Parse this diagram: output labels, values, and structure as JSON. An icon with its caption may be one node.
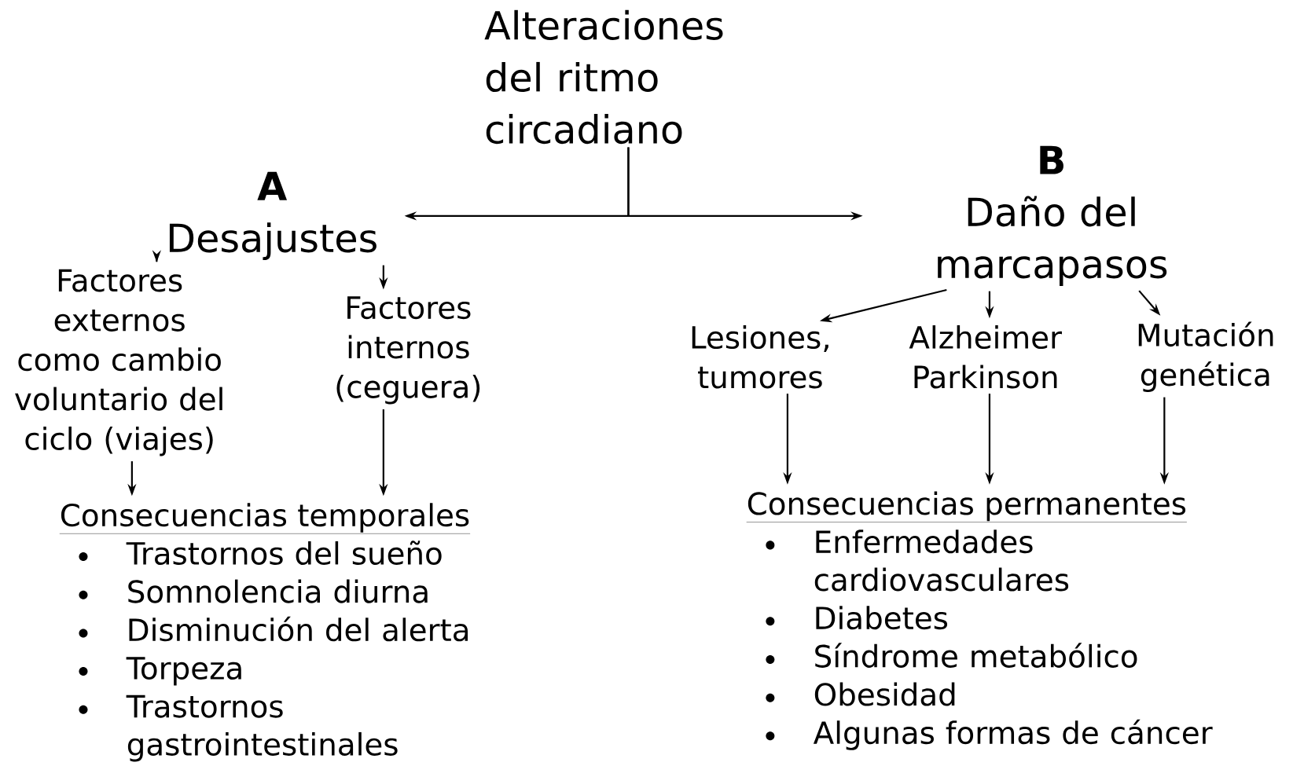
{
  "diagram": {
    "nodes": [
      {
        "text": [
          "Alteraciones del ritmo circadiano"
        ]
      },
      {
        "text": [
          "A",
          "Desajustes"
        ]
      },
      {
        "text": [
          "B",
          "Daño del marcapasos"
        ]
      },
      {
        "text": [
          "Factores externos como cambio voluntario del ciclo (viajes)"
        ]
      },
      {
        "text": [
          "Factores internos (ceguera)"
        ]
      },
      {
        "text": [
          "Lesiones, tumores"
        ]
      },
      {
        "text": [
          "Alzheimer Parkinson"
        ]
      },
      {
        "text": [
          "Mutación genética"
        ]
      },
      {
        "text": [
          "Consecuencias temporales",
          "Trastornos del sueño",
          "Somnolencia diurna",
          "Disminución del alerta",
          "Torpeza",
          "Trastornos gastrointestinales"
        ]
      },
      {
        "text": [
          "Consecuencias permanentes",
          "Enfermedades cardiovasculares",
          "Diabetes",
          "Síndrome metabólico",
          "Obesidad",
          "Algunas formas de cáncer"
        ]
      }
    ],
    "edges": [
      {
        "from": 0,
        "to": 1,
        "arrow": "to"
      },
      {
        "from": 0,
        "to": 2,
        "arrow": "to"
      },
      {
        "from": 1,
        "to": 3,
        "arrow": "to"
      },
      {
        "from": 1,
        "to": 4,
        "arrow": "to"
      },
      {
        "from": 2,
        "to": 5,
        "arrow": "to"
      },
      {
        "from": 2,
        "to": 6,
        "arrow": "to"
      },
      {
        "from": 2,
        "to": 7,
        "arrow": "to"
      },
      {
        "from": 3,
        "to": 8,
        "arrow": "to"
      },
      {
        "from": 4,
        "to": 8,
        "arrow": "to"
      },
      {
        "from": 5,
        "to": 9,
        "arrow": "to"
      },
      {
        "from": 6,
        "to": 9,
        "arrow": "to"
      },
      {
        "from": 7,
        "to": 9,
        "arrow": "to"
      }
    ]
  }
}
